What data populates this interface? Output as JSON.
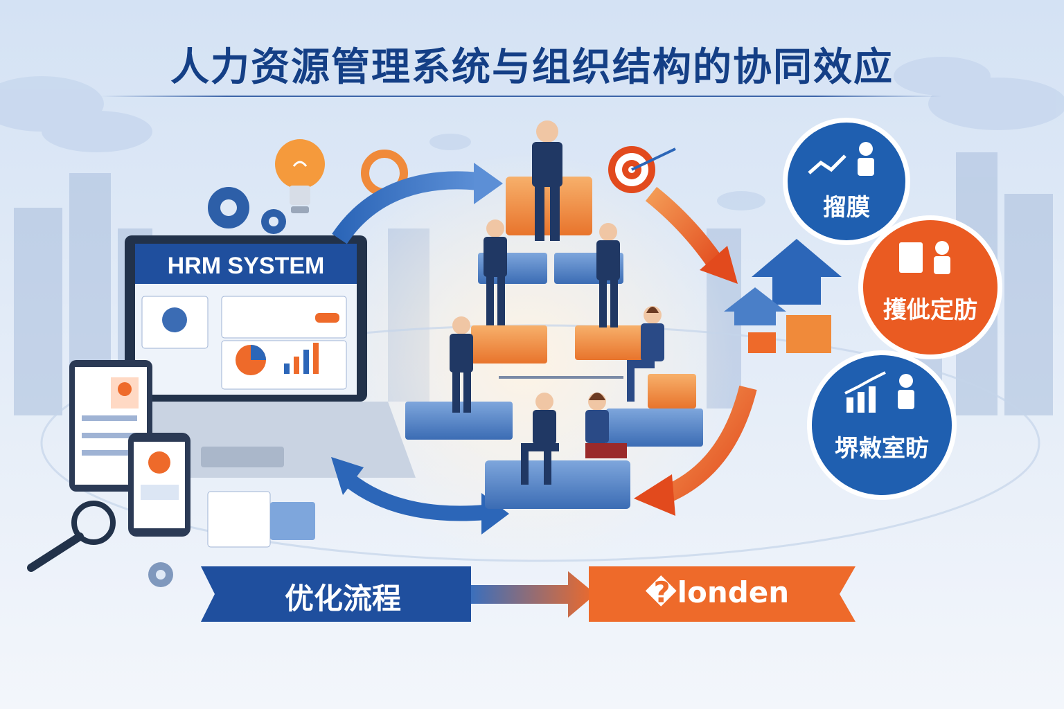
{
  "title": "人力资源管理系统与组织结构的协同效应",
  "laptop": {
    "screen_title": "HRM SYSTEM"
  },
  "badges": [
    {
      "label": "㨨膜",
      "color": "#1f5fb0",
      "icon": "growth-chart-person-icon"
    },
    {
      "label": "擭佌定肪",
      "color": "#ea5b22",
      "icon": "document-person-icon"
    },
    {
      "label": "堺敹室眆",
      "color": "#1f5fb0",
      "icon": "bar-chart-person-icon"
    }
  ],
  "ribbons": {
    "left": {
      "label": "优化流程",
      "color": "#1f4f9e"
    },
    "right": {
      "label": "�londen",
      "color": "#ee6a2a"
    }
  },
  "colors": {
    "primary_blue": "#1f4f9e",
    "accent_orange": "#ee6a2a",
    "title_blue": "#143f86"
  }
}
